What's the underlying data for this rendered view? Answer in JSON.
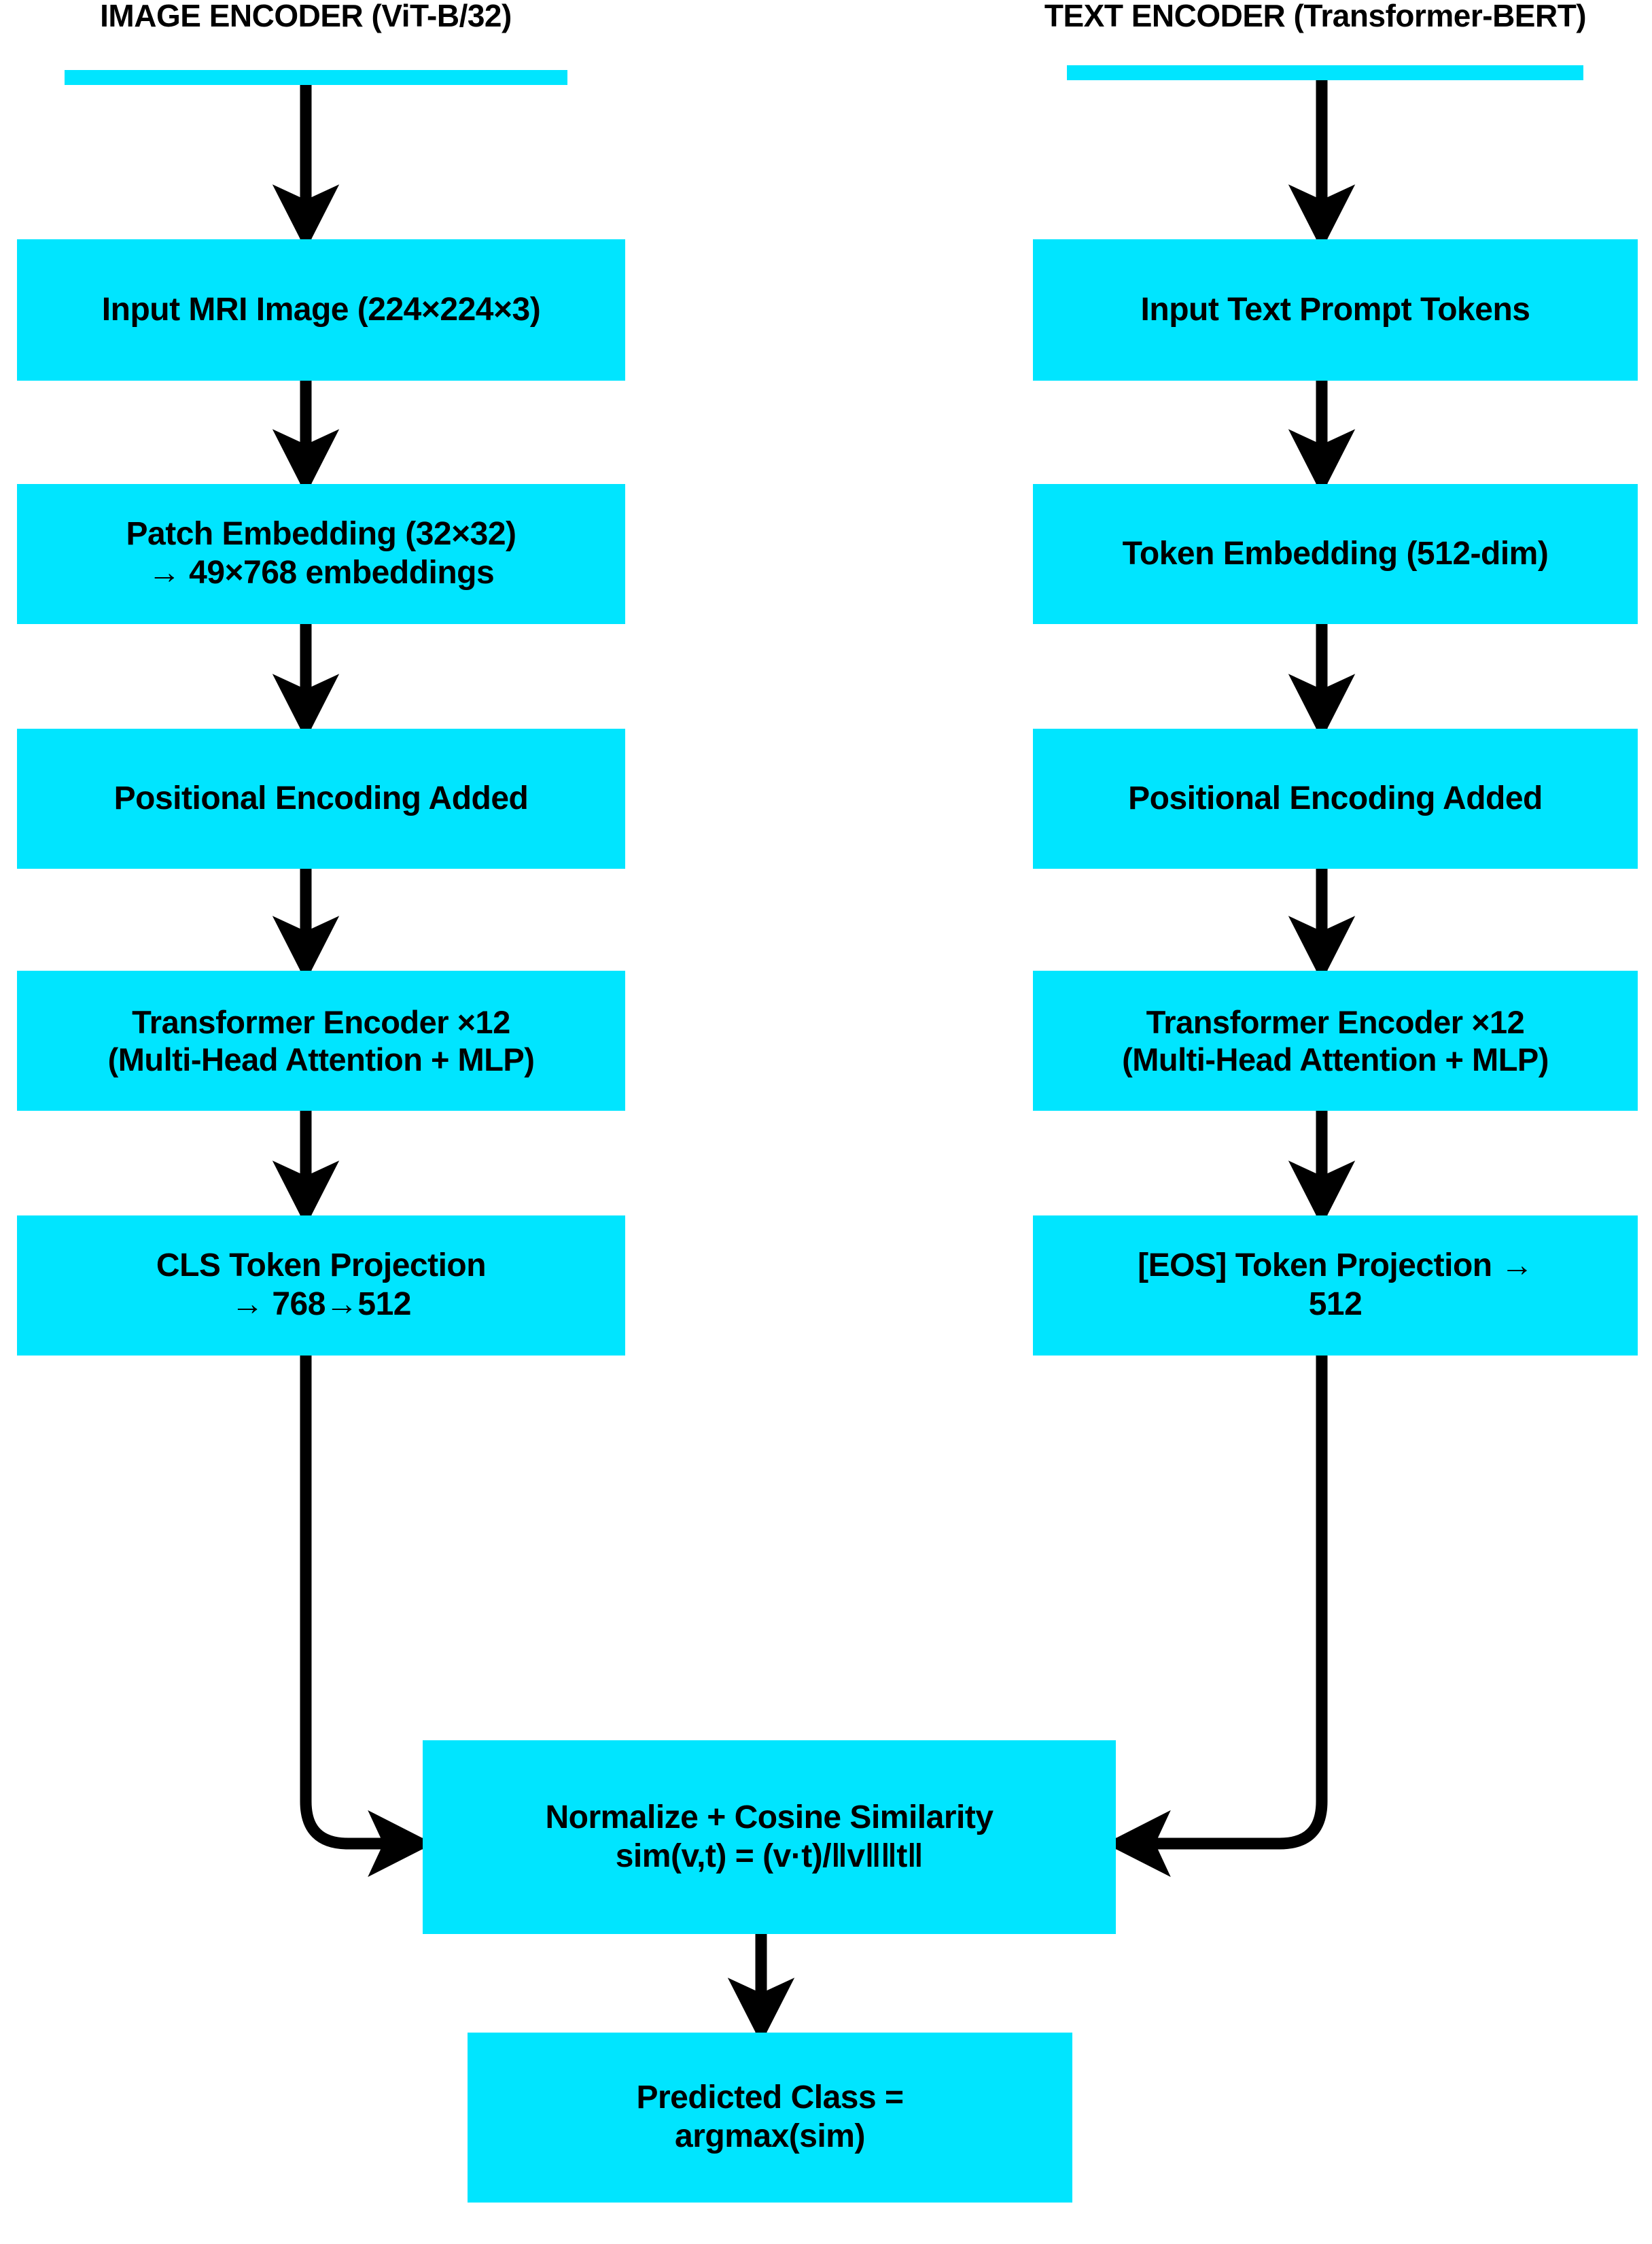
{
  "diagram": {
    "title": "CLIP-style MRI classification architecture",
    "accent_color": "#00e5ff",
    "line_color": "#000000",
    "background_color": "#ffffff"
  },
  "columns": {
    "image_encoder": {
      "header": "IMAGE ENCODER (ViT-B/32)",
      "nodes": [
        {
          "id": "img-input",
          "line1": "Input MRI Image (224×224×3)",
          "line2": ""
        },
        {
          "id": "img-patch",
          "line1": "Patch Embedding (32×32)",
          "line2": "→ 49×768 embeddings"
        },
        {
          "id": "img-pos",
          "line1": "Positional Encoding Added",
          "line2": ""
        },
        {
          "id": "img-encoder",
          "line1": "Transformer Encoder ×12",
          "line2": "(Multi-Head Attention + MLP)"
        },
        {
          "id": "img-proj",
          "line1": "CLS Token Projection",
          "line2": "→ 768→512"
        }
      ]
    },
    "text_encoder": {
      "header": "TEXT ENCODER (Transformer-BERT)",
      "nodes": [
        {
          "id": "txt-input",
          "line1": "Input Text Prompt Tokens",
          "line2": ""
        },
        {
          "id": "txt-embed",
          "line1": "Token Embedding (512-dim)",
          "line2": ""
        },
        {
          "id": "txt-pos",
          "line1": "Positional Encoding Added",
          "line2": ""
        },
        {
          "id": "txt-encoder",
          "line1": "Transformer Encoder ×12",
          "line2": "(Multi-Head Attention + MLP)"
        },
        {
          "id": "txt-proj",
          "line1": "[EOS] Token Projection →",
          "line2": "512"
        }
      ]
    }
  },
  "merge": {
    "id": "similarity",
    "line1": "Normalize + Cosine Similarity",
    "line2": "sim(v,t) = (v·t)/‖v‖‖t‖"
  },
  "output": {
    "id": "prediction",
    "line1": "Predicted Class =",
    "line2": "argmax(sim)"
  }
}
